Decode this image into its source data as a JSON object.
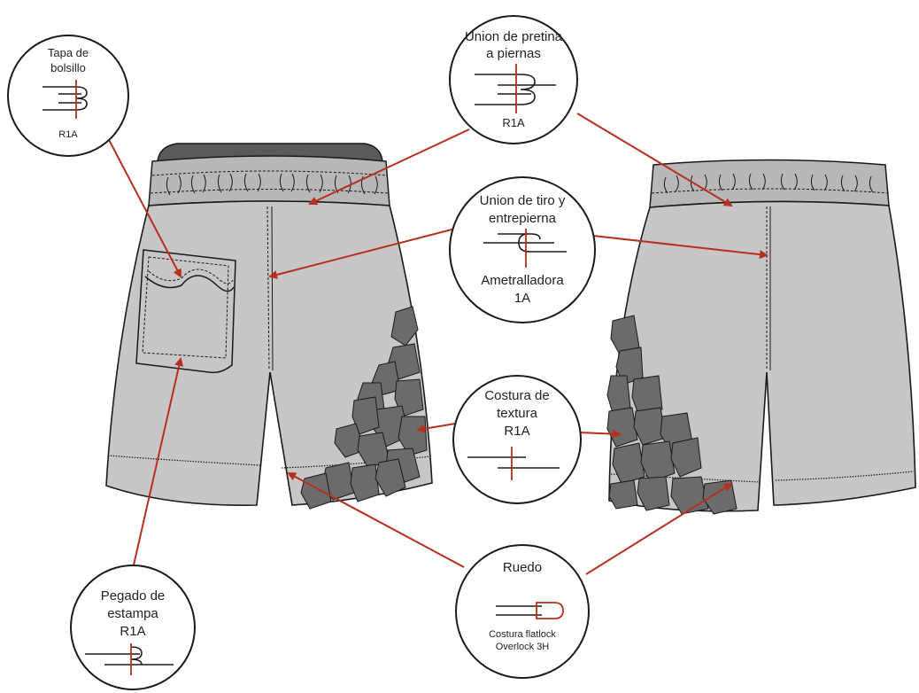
{
  "colors": {
    "fabric": "#c8c6c7",
    "waistband": "#b9b7b8",
    "waistband_inner": "#5a5a5a",
    "patch": "#6b6b6b",
    "outline": "#1a1a1a",
    "stitch_line": "#b5301f",
    "arrow": "#b5301f"
  },
  "callouts": {
    "tapa_bolsillo": {
      "label_line1": "Tapa de",
      "label_line2": "bolsillo",
      "code": "R1A"
    },
    "union_pretina": {
      "label_line1": "Union de pretina",
      "label_line2": "a piernas",
      "code": "R1A"
    },
    "union_tiro": {
      "label_line1": "Union de tiro y",
      "label_line2": "entrepierna",
      "code_line1": "Ametralladora",
      "code_line2": "1A"
    },
    "costura_textura": {
      "label_line1": "Costura de",
      "label_line2": "textura",
      "code": "R1A"
    },
    "ruedo": {
      "label": "Ruedo",
      "note_line1": "Costura flatlock",
      "note_line2": "Overlock 3H"
    },
    "pegado_estampa": {
      "label_line1": "Pegado de",
      "label_line2": "estampa",
      "code": "R1A"
    }
  }
}
